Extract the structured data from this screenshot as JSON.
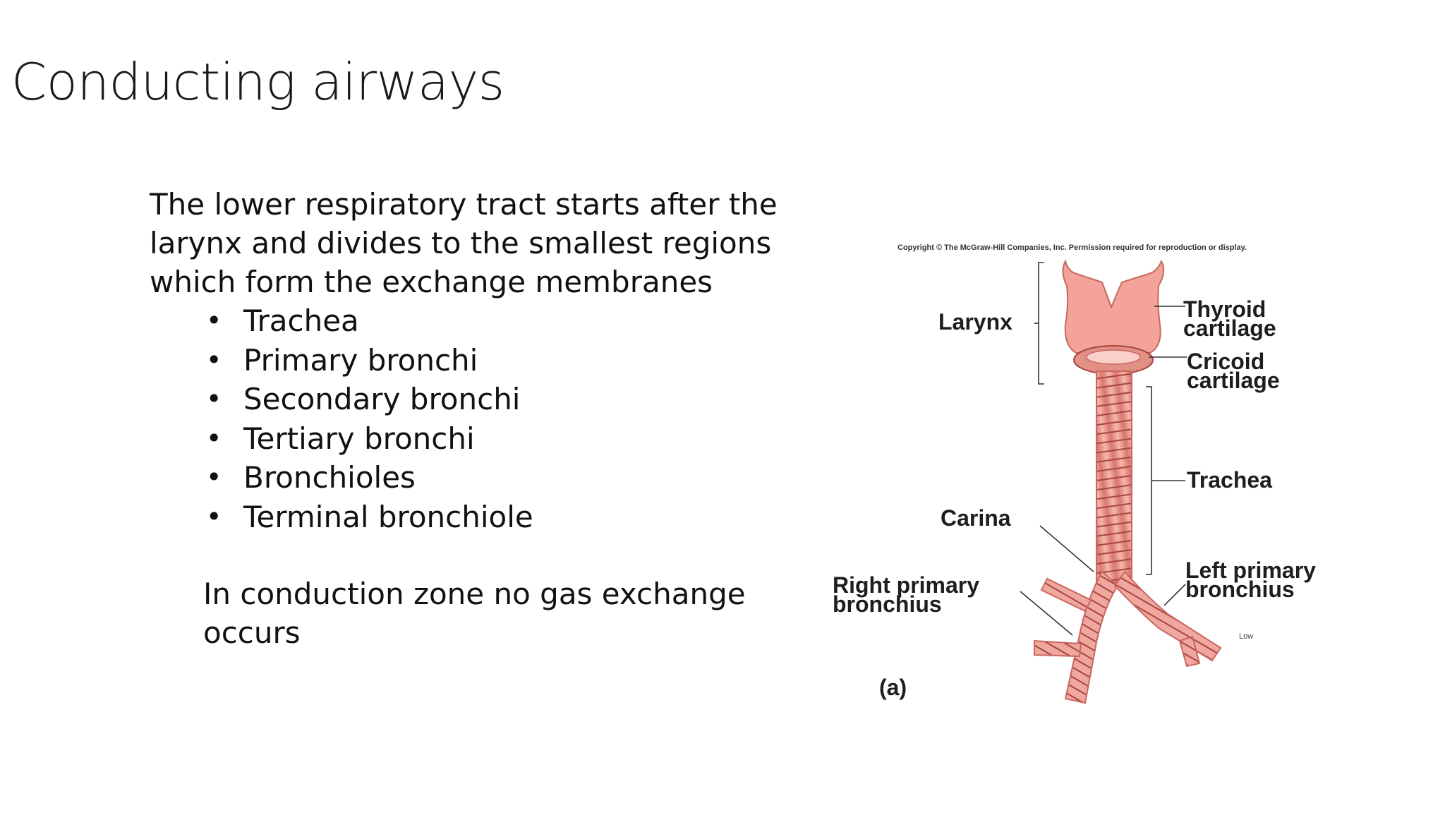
{
  "slide": {
    "title": "Conducting airways",
    "intro_lines": [
      "The lower respiratory tract starts after the",
      "larynx and divides  to the smallest regions",
      "which form the exchange membranes"
    ],
    "bullets": [
      "Trachea",
      "Primary bronchi",
      "Secondary bronchi",
      "Tertiary bronchi",
      "Bronchioles",
      "Terminal bronchiole"
    ],
    "bullet_glyph": "•",
    "note_lines": [
      "In conduction zone no gas exchange",
      "occurs"
    ]
  },
  "figure": {
    "copyright": "Copyright © The McGraw-Hill Companies, Inc. Permission required for reproduction or display.",
    "labels": {
      "larynx": "Larynx",
      "thyroid_1": "Thyroid",
      "thyroid_2": "cartilage",
      "cricoid_1": "Cricoid",
      "cricoid_2": "cartilage",
      "trachea": "Trachea",
      "carina": "Carina",
      "right_1": "Right primary",
      "right_2": "bronchius",
      "left_1": "Left primary",
      "left_2": "bronchius",
      "low": "Low",
      "panel": "(a)"
    },
    "colors": {
      "tissue": "#f2a7a0",
      "tissue_dark": "#c9675f",
      "ring_line": "#a8453f",
      "leader": "#333333"
    }
  }
}
